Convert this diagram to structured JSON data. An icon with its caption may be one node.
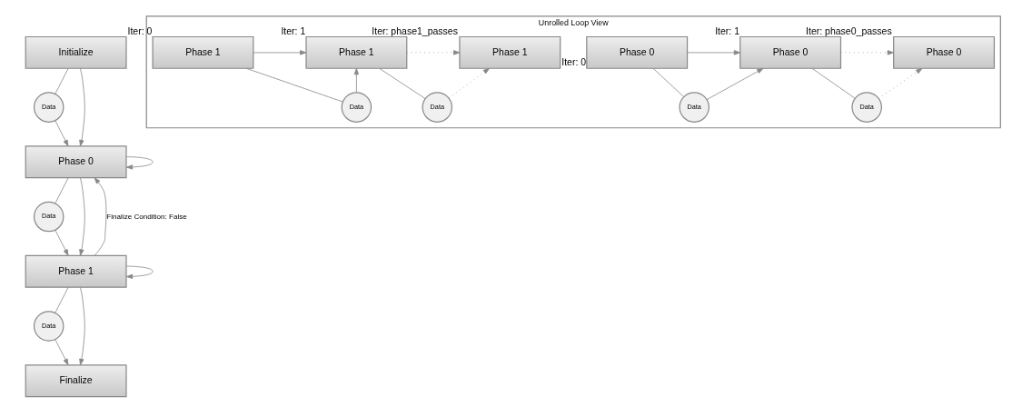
{
  "diagram": {
    "nodes": [
      {
        "text": [
          "Initialize"
        ]
      },
      {
        "text": [
          "Data"
        ]
      },
      {
        "text": [
          "Phase 0"
        ]
      },
      {
        "text": [
          "Data"
        ]
      },
      {
        "text": [
          "Phase 1"
        ]
      },
      {
        "text": [
          "Data"
        ]
      },
      {
        "text": [
          "Finalize"
        ]
      },
      {
        "text": [
          "Unrolled Loop View"
        ]
      },
      {
        "text": [
          "Phase 0"
        ],
        "in": 7,
        "beside": [
          "Iter: 0"
        ]
      },
      {
        "text": [
          "Data"
        ],
        "in": 7
      },
      {
        "text": [
          "Phase 0"
        ],
        "in": 7,
        "beside": [
          "Iter: 1"
        ]
      },
      {
        "text": [
          "Data"
        ],
        "in": 7
      },
      {
        "text": [
          "Phase 0"
        ],
        "in": 7,
        "beside": [
          "Iter: phase0_passes"
        ]
      },
      {
        "text": [
          "Phase 1"
        ],
        "in": 7,
        "beside": [
          "Iter: 0"
        ]
      },
      {
        "text": [
          "Data"
        ],
        "in": 7
      },
      {
        "text": [
          "Phase 1"
        ],
        "in": 7,
        "beside": [
          "Iter: 1"
        ]
      },
      {
        "text": [
          "Data"
        ],
        "in": 7
      },
      {
        "text": [
          "Phase 1"
        ],
        "in": 7,
        "beside": [
          "Iter: phase1_passes"
        ]
      }
    ],
    "edges": [
      {
        "from": 0,
        "to": 2,
        "arrow": "to"
      },
      {
        "from": 0,
        "to": 1,
        "arrow": "none"
      },
      {
        "from": 1,
        "to": 2,
        "arrow": "to"
      },
      {
        "from": 2,
        "to": 2,
        "arrow": "to"
      },
      {
        "from": 2,
        "to": 4,
        "arrow": "to"
      },
      {
        "from": 2,
        "to": 3,
        "arrow": "none"
      },
      {
        "from": 3,
        "to": 4,
        "arrow": "to"
      },
      {
        "from": 4,
        "to": 4,
        "arrow": "to"
      },
      {
        "from": 4,
        "to": 6,
        "arrow": "to"
      },
      {
        "from": 4,
        "to": 5,
        "arrow": "none"
      },
      {
        "from": 5,
        "to": 6,
        "arrow": "to"
      },
      {
        "from": 4,
        "to": 2,
        "arrow": "to",
        "label": "Finalize Condition: False"
      },
      {
        "from": 8,
        "to": 10,
        "arrow": "to"
      },
      {
        "from": 8,
        "to": 9,
        "arrow": "none"
      },
      {
        "from": 9,
        "to": 10,
        "arrow": "to"
      },
      {
        "from": 10,
        "to": 12,
        "arrow": "to",
        "style": "dashed"
      },
      {
        "from": 10,
        "to": 11,
        "arrow": "none"
      },
      {
        "from": 11,
        "to": 12,
        "arrow": "to",
        "style": "dashed"
      },
      {
        "from": 13,
        "to": 15,
        "arrow": "to"
      },
      {
        "from": 13,
        "to": 14,
        "arrow": "none"
      },
      {
        "from": 14,
        "to": 15,
        "arrow": "to"
      },
      {
        "from": 15,
        "to": 17,
        "arrow": "to",
        "style": "dashed"
      },
      {
        "from": 15,
        "to": 16,
        "arrow": "none"
      },
      {
        "from": 16,
        "to": 17,
        "arrow": "to",
        "style": "dashed"
      }
    ]
  }
}
